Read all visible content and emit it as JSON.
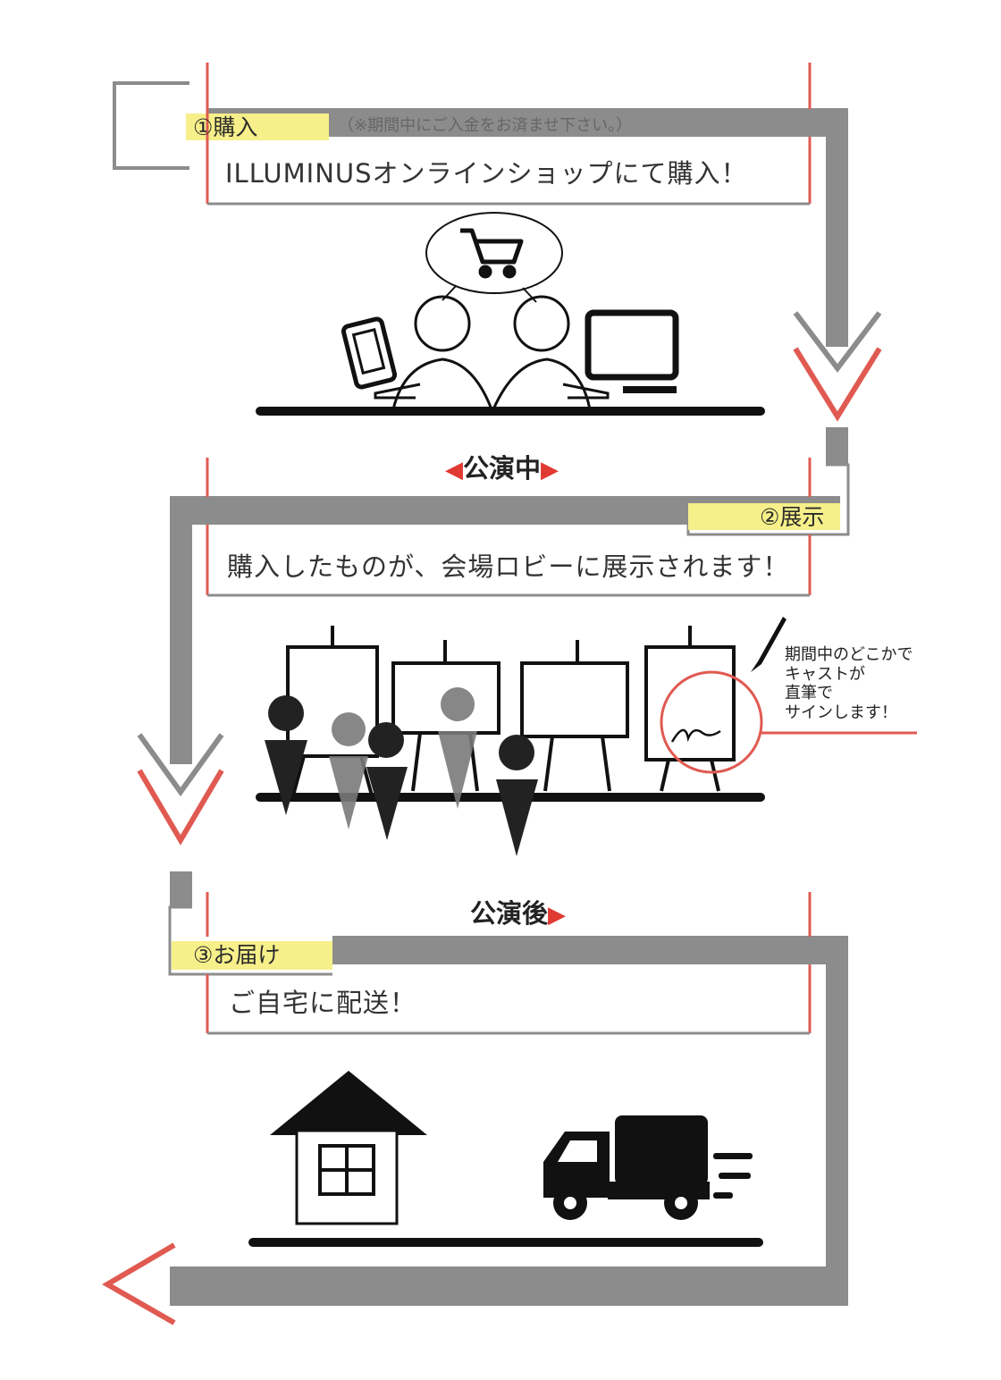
{
  "colors": {
    "track": "#8c8c8c",
    "accent_red": "#e05a52",
    "highlight": "#f7f08a",
    "ink": "#111111",
    "figure_dark": "#222222",
    "figure_mid": "#7a7a7a"
  },
  "steps": [
    {
      "label": "①購入",
      "note": "（※期間中にご入金をお済ませ下さい。）",
      "text": "ILLUMINUSオンラインショップにて購入！"
    },
    {
      "label": "②展示",
      "text": "購入したものが、会場ロビーに展示されます！"
    },
    {
      "label": "③お届け",
      "text": "ご自宅に配送！"
    }
  ],
  "phases": {
    "during": {
      "left_arrow": "◀",
      "text": "公演中",
      "right_arrow": "▶"
    },
    "after": {
      "text": "公演後",
      "right_arrow": "▶"
    }
  },
  "callout": "期間中のどこかで\nキャストが\n直筆で\nサインします！",
  "icons": {
    "step1": [
      "shopping-cart-icon",
      "smartphone-icon",
      "person-icon",
      "person-icon",
      "desktop-monitor-icon"
    ],
    "step2": [
      "easel-icon",
      "easel-icon",
      "easel-icon",
      "easel-icon",
      "visitor-figure-icon",
      "pen-icon",
      "signature-icon"
    ],
    "step3": [
      "house-icon",
      "delivery-truck-icon"
    ]
  }
}
